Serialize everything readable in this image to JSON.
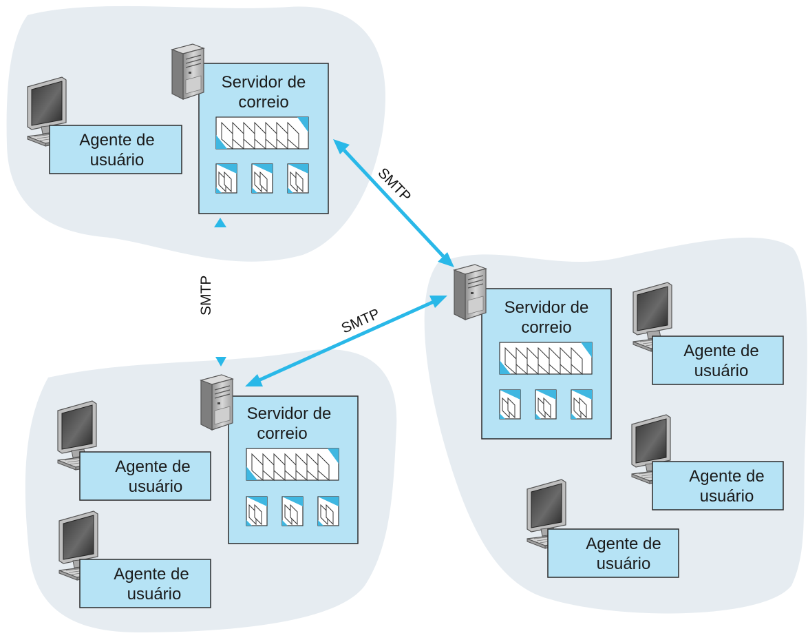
{
  "colors": {
    "cloud": "#e6ecf1",
    "box_fill": "#b6e3f5",
    "box_stroke": "#2a2a2a",
    "arrow": "#29b8e8",
    "queue_blue": "#3fb7e1"
  },
  "servers": [
    {
      "id": "top",
      "line1": "Servidor de",
      "line2": "correio"
    },
    {
      "id": "right",
      "line1": "Servidor de",
      "line2": "correio"
    },
    {
      "id": "bottom",
      "line1": "Servidor de",
      "line2": "correio"
    }
  ],
  "agents": [
    {
      "id": "top-left",
      "line1": "Agente de",
      "line2": "usuário"
    },
    {
      "id": "right-1",
      "line1": "Agente de",
      "line2": "usuário"
    },
    {
      "id": "right-2",
      "line1": "Agente de",
      "line2": "usuário"
    },
    {
      "id": "right-3",
      "line1": "Agente de",
      "line2": "usuário"
    },
    {
      "id": "bottom-1",
      "line1": "Agente de",
      "line2": "usuário"
    },
    {
      "id": "bottom-2",
      "line1": "Agente de",
      "line2": "usuário"
    }
  ],
  "links": [
    {
      "id": "top-right",
      "label": "SMTP"
    },
    {
      "id": "bottom-right",
      "label": "SMTP"
    },
    {
      "id": "top-bottom",
      "label": "SMTP"
    }
  ],
  "icons": {
    "computer": "desktop-computer-icon",
    "tower": "server-tower-icon",
    "queue": "message-queue-icon",
    "mailbox": "mailbox-icon"
  }
}
